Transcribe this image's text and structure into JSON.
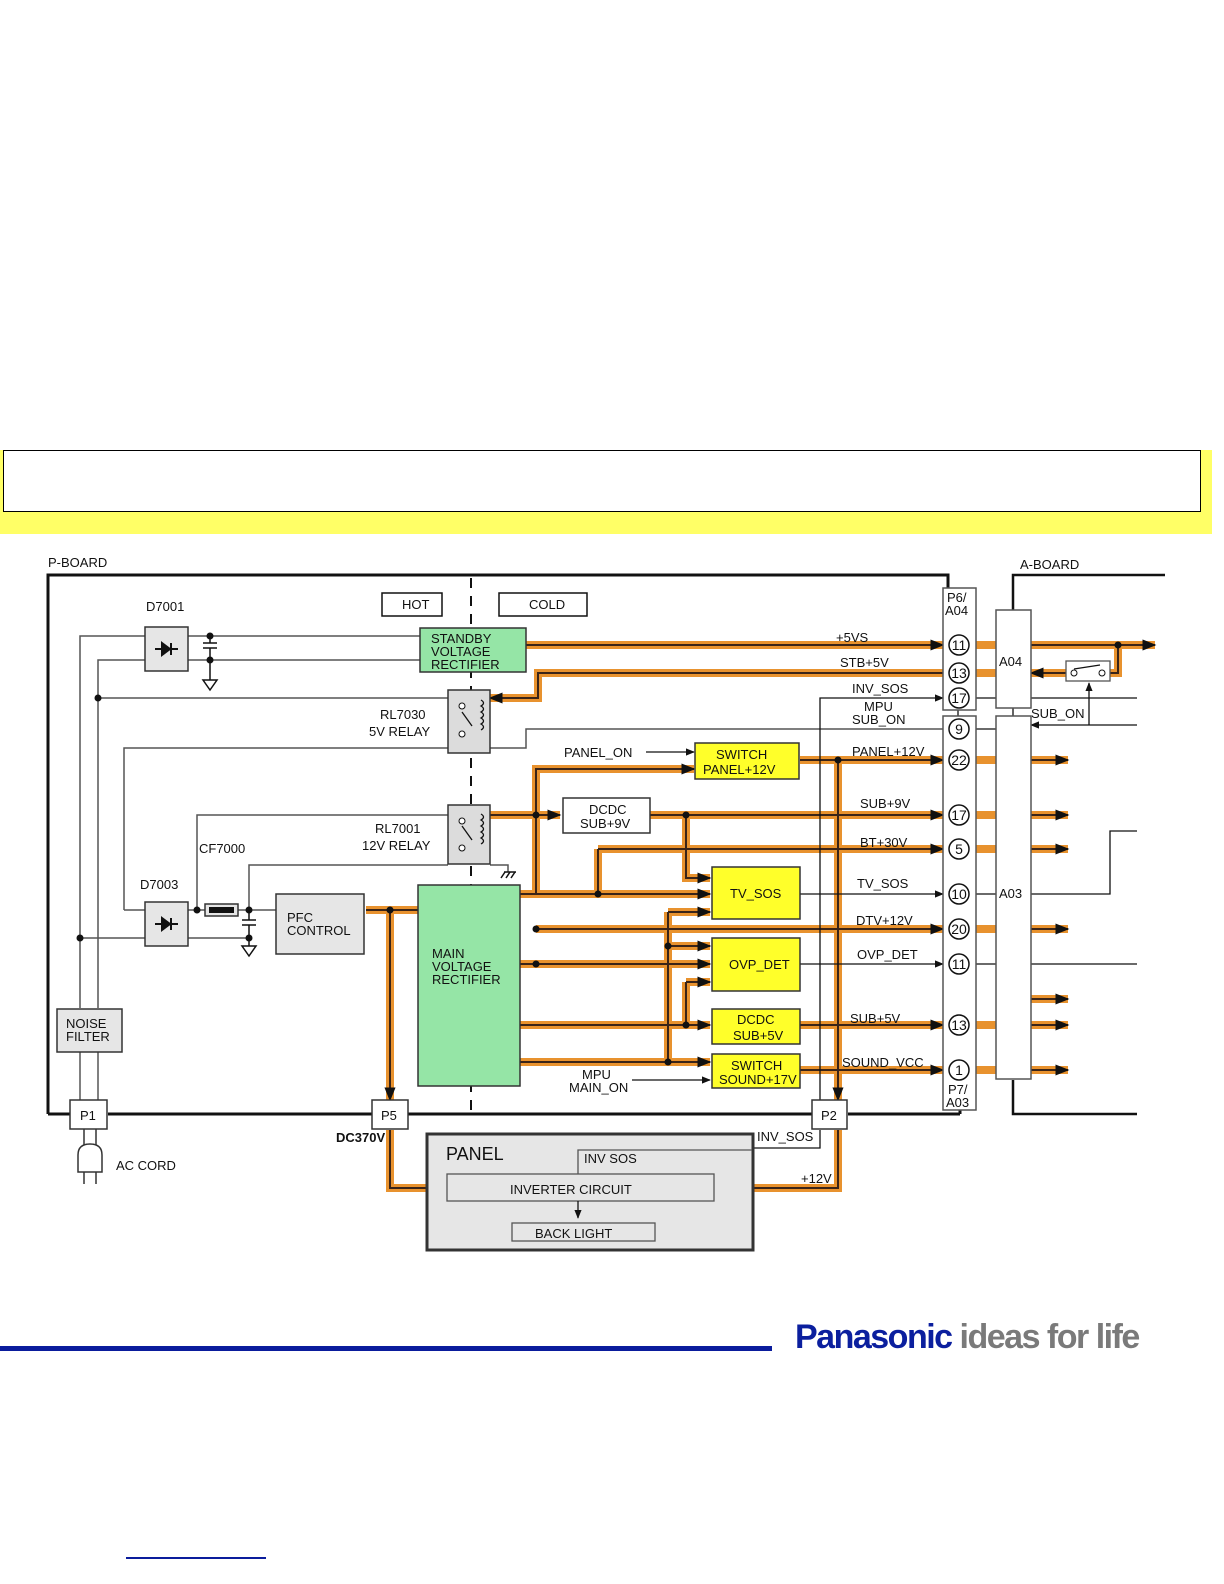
{
  "page": {
    "title_box_text": "",
    "brand": {
      "name": "Panasonic",
      "tagline": "ideas for life",
      "brand_color": "#0b1f9e",
      "tagline_color": "#7a7a7a"
    }
  },
  "colors": {
    "power_line": "#e8922e",
    "green_block": "#95e5a6",
    "yellow_block": "#ffff2a",
    "gray_block": "#e6e6e6",
    "title_band": "#ffff66"
  },
  "boards": {
    "p_board": "P-BOARD",
    "a_board": "A-BOARD",
    "hot": "HOT",
    "cold": "COLD"
  },
  "components": {
    "d7001": "D7001",
    "d7003": "D7003",
    "cf7000": "CF7000",
    "rl7030": [
      "RL7030",
      "5V RELAY"
    ],
    "rl7001": [
      "RL7001",
      "12V RELAY"
    ],
    "noise_filter": [
      "NOISE",
      "FILTER"
    ],
    "ac_cord": "AC CORD",
    "pfc_control": [
      "PFC",
      "CONTROL"
    ],
    "standby_rectifier": [
      "STANDBY",
      "VOLTAGE",
      "RECTIFIER"
    ],
    "main_rectifier": [
      "MAIN",
      "VOLTAGE",
      "RECTIFIER"
    ],
    "dcdc_sub9v": [
      "DCDC",
      "SUB+9V"
    ],
    "switch_panel12v": [
      "SWITCH",
      "PANEL+12V"
    ],
    "tv_sos": "TV_SOS",
    "ovp_det": "OVP_DET",
    "dcdc_sub5v": [
      "DCDC",
      "SUB+5V"
    ],
    "switch_sound17v": [
      "SWITCH",
      "SOUND+17V"
    ]
  },
  "connectors": {
    "p1": "P1",
    "p5": "P5",
    "p2": "P2",
    "p6_a04": [
      "P6/",
      "A04"
    ],
    "p7_a03": [
      "P7/",
      "A03"
    ],
    "a04": "A04",
    "a03": "A03"
  },
  "signals": {
    "plus5vs": "+5VS",
    "stb5v": "STB+5V",
    "inv_sos": "INV_SOS",
    "mpu_sub_on": [
      "MPU",
      "SUB_ON"
    ],
    "panel_on": "PANEL_ON",
    "panel12v": "PANEL+12V",
    "sub9v": "SUB+9V",
    "bt30v": "BT+30V",
    "tv_sos": "TV_SOS",
    "dtv12v": "DTV+12V",
    "ovp_det": "OVP_DET",
    "sub5v": "SUB+5V",
    "sound_vcc": "SOUND_VCC",
    "mpu_main_on": [
      "MPU",
      "MAIN_ON"
    ],
    "sub_on": "SUB_ON",
    "dc370v": "DC370V",
    "inv_sos_panel": "INV_SOS",
    "plus12v": "+12V"
  },
  "pins_p6": [
    "11",
    "13",
    "17"
  ],
  "pins_p7": [
    "9",
    "22",
    "17",
    "5",
    "10",
    "20",
    "11",
    "13",
    "1"
  ],
  "panel": {
    "title": "PANEL",
    "inv_sos": "INV SOS",
    "inverter": "INVERTER CIRCUIT",
    "backlight": "BACK LIGHT"
  }
}
